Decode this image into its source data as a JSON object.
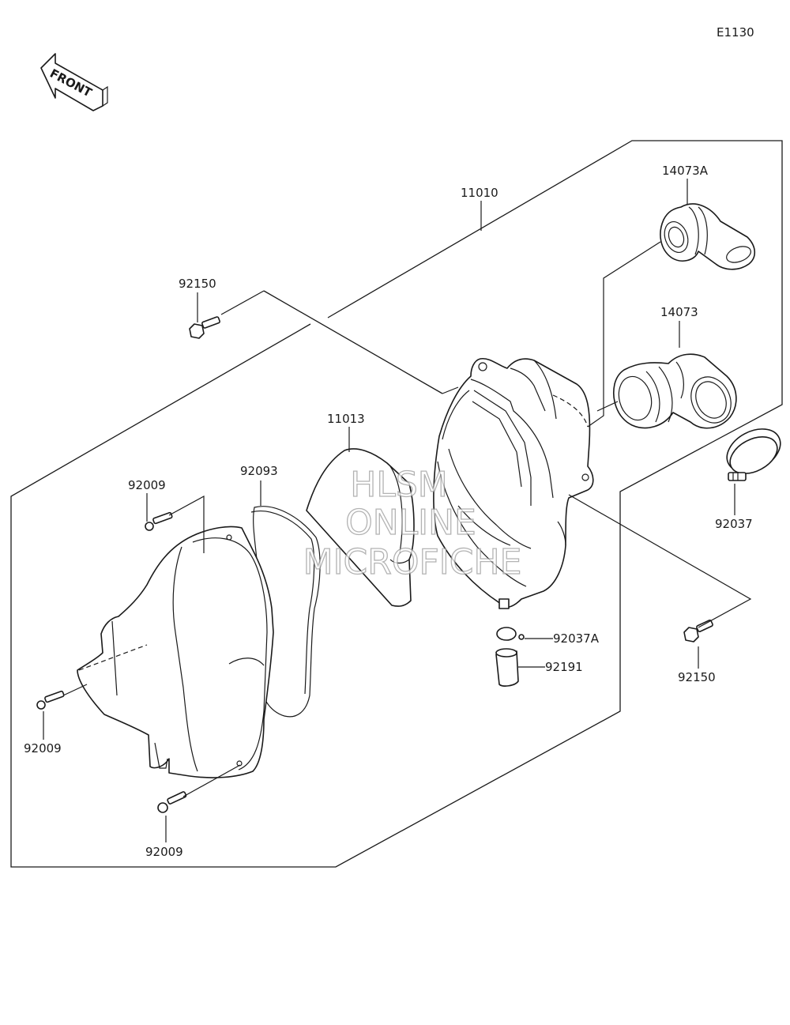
{
  "diagram": {
    "code": "E1130",
    "front_arrow_label": "FRONT",
    "watermark": [
      "HLSM",
      "ONLINE",
      "MICROFICHE"
    ],
    "parts": {
      "p11010": "11010",
      "p14073A": "14073A",
      "p14073": "14073",
      "p92150_top": "92150",
      "p11013": "11013",
      "p92093": "92093",
      "p92009_a": "92009",
      "p92037": "92037",
      "p92037A": "92037A",
      "p92191": "92191",
      "p92150_right": "92150",
      "p92009_b": "92009",
      "p92009_c": "92009"
    }
  }
}
